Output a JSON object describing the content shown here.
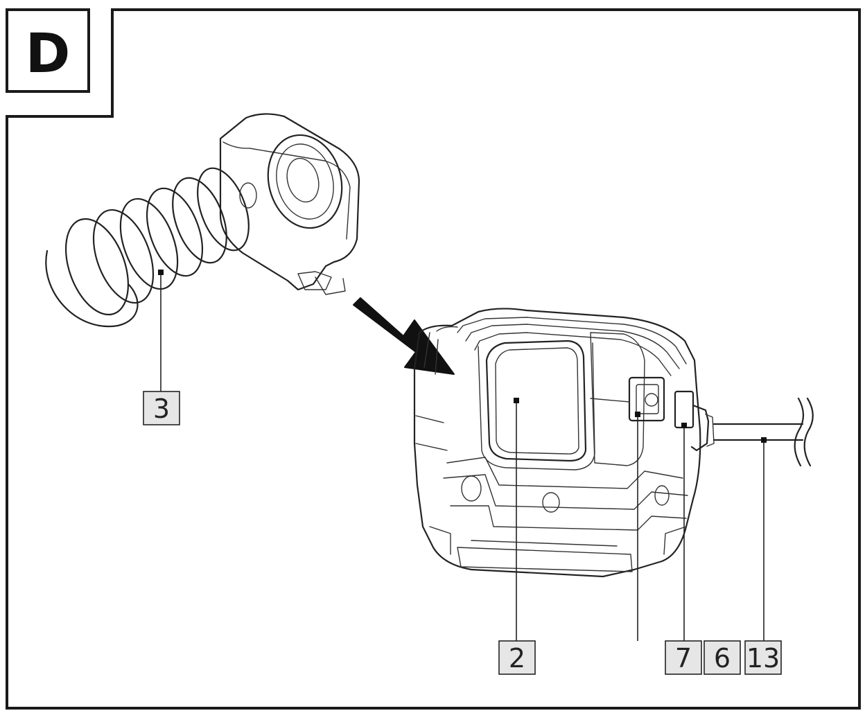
{
  "section_label": "D",
  "callouts": [
    {
      "id": "3",
      "label": "3"
    },
    {
      "id": "2",
      "label": "2"
    },
    {
      "id": "7",
      "label": "7"
    },
    {
      "id": "6",
      "label": "6"
    },
    {
      "id": "13",
      "label": "13"
    }
  ],
  "colors": {
    "line": "#222222",
    "label_fill": "#e6e6e6",
    "background": "#ffffff"
  }
}
